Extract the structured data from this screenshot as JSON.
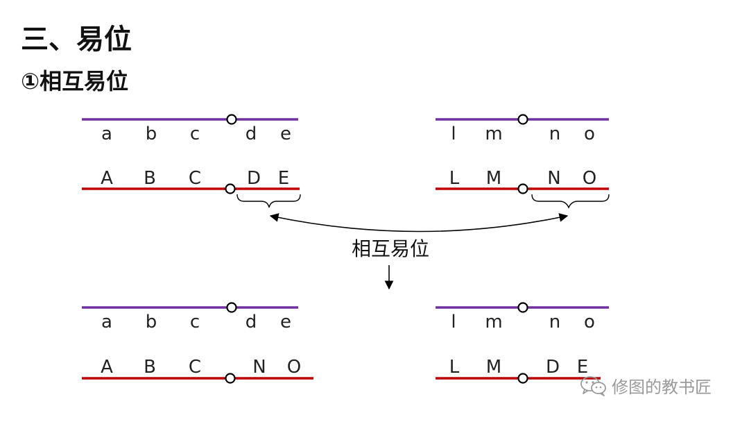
{
  "heading": {
    "title": "三、易位",
    "subtitle": "①相互易位"
  },
  "colors": {
    "purple": "#7030a0",
    "red": "#c00000",
    "text": "#222222"
  },
  "chromosomes": {
    "before_left_top": [
      "a",
      "b",
      "c",
      "d",
      "e"
    ],
    "before_left_bottom": [
      "A",
      "B",
      "C",
      "D",
      "E"
    ],
    "before_right_top": [
      "l",
      "m",
      "n",
      "o"
    ],
    "before_right_bottom": [
      "L",
      "M",
      "N",
      "O"
    ],
    "after_left_top": [
      "a",
      "b",
      "c",
      "d",
      "e"
    ],
    "after_left_bottom": [
      "A",
      "B",
      "C",
      "N",
      "O"
    ],
    "after_right_top": [
      "l",
      "m",
      "n",
      "o"
    ],
    "after_right_bottom": [
      "L",
      "M",
      "D",
      "E"
    ]
  },
  "arrow_label": "相互易位",
  "watermark": {
    "icon": "wechat-icon",
    "text": "修图的教书匠"
  }
}
